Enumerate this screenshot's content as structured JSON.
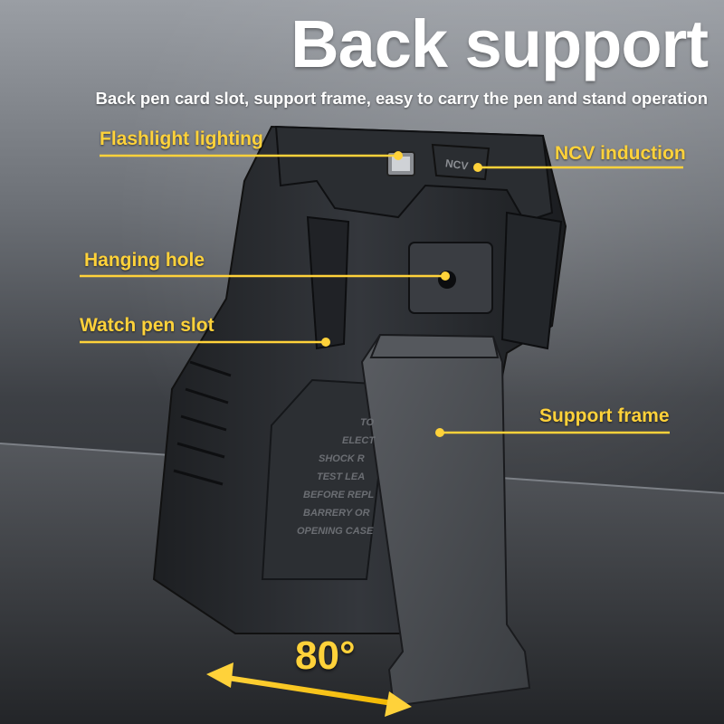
{
  "header": {
    "title": "Back support",
    "subtitle": "Back pen card slot, support frame, easy to carry the pen and stand operation"
  },
  "callouts": {
    "flashlight": "Flashlight lighting",
    "ncv": "NCV induction",
    "hanging_hole": "Hanging hole",
    "watch_pen_slot": "Watch pen slot",
    "support_frame": "Support frame"
  },
  "device_markings": {
    "ncv_button": "NCV",
    "warning_lines": [
      "TO",
      "ELECT",
      "SHOCK R",
      "TEST LEA",
      "BEFORE REPL",
      "BARRERY OR",
      "OPENING CASE"
    ]
  },
  "angle_label": "80°",
  "colors": {
    "accent": "#ffd23a",
    "title": "#ffffff",
    "device_body": "#26292d",
    "stand": "#4a4d52"
  }
}
